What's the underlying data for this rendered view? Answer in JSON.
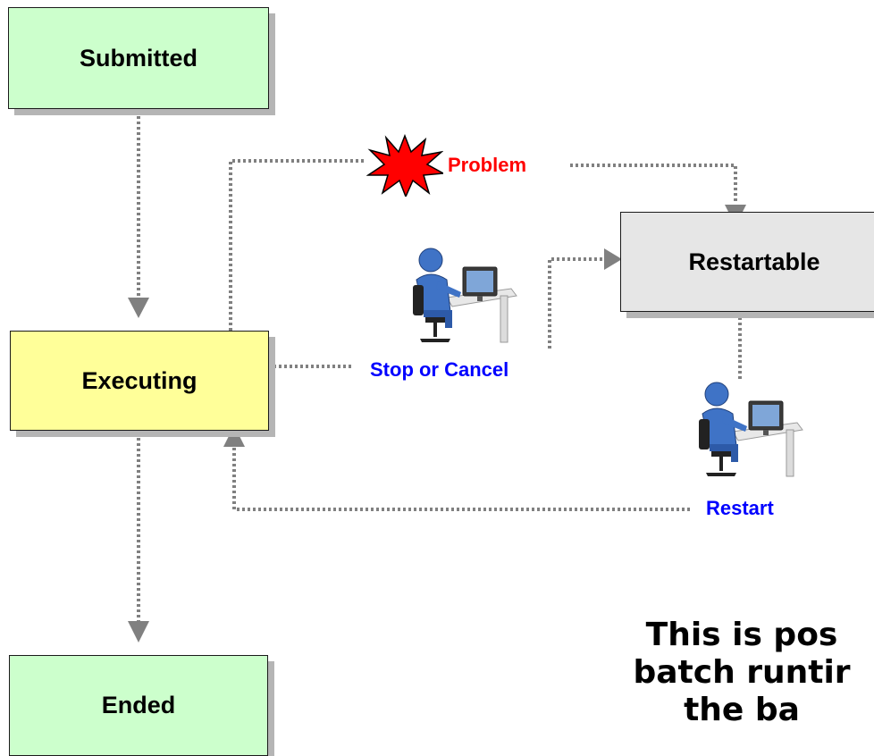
{
  "colors": {
    "submitted_fill": "#ccffcc",
    "executing_fill": "#ffff99",
    "ended_fill": "#ccffcc",
    "restartable_fill": "#e6e6e6",
    "connector": "#808080",
    "problem_text": "#ff0000",
    "action_text": "#0000ff",
    "starburst_fill": "#ff0000"
  },
  "states": {
    "submitted": "Submitted",
    "executing": "Executing",
    "ended": "Ended",
    "restartable": "Restartable"
  },
  "transitions": {
    "problem": "Problem",
    "stop_or_cancel": "Stop or Cancel",
    "restart": "Restart"
  },
  "icons": {
    "problem": "red-starburst-icon",
    "operator": "person-at-computer-icon"
  },
  "note": {
    "line1": "This is pos",
    "line2": "batch runtir",
    "line3": "the ba"
  }
}
